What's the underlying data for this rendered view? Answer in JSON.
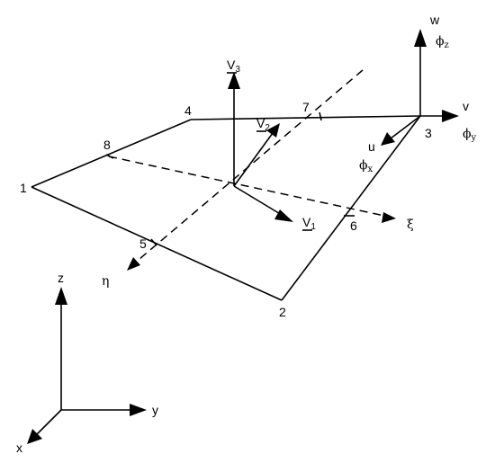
{
  "nodes": {
    "n1": "1",
    "n2": "2",
    "n3": "3",
    "n4": "4",
    "n5": "5",
    "n6": "6",
    "n7": "7",
    "n8": "8"
  },
  "local_vectors": {
    "v1": {
      "base": "V",
      "sub": "1"
    },
    "v2": {
      "base": "V",
      "sub": "2"
    },
    "v3": {
      "base": "V",
      "sub": "3"
    }
  },
  "natural_coords": {
    "xi": "ξ",
    "eta": "η"
  },
  "node3_dofs": {
    "w": "w",
    "phi_z": {
      "base": "ϕ",
      "sub": "z"
    },
    "v": "v",
    "phi_y": {
      "base": "ϕ",
      "sub": "y"
    },
    "u": "u",
    "phi_x": {
      "base": "ϕ",
      "sub": "x"
    }
  },
  "global_axes": {
    "x": "x",
    "y": "y",
    "z": "z"
  }
}
